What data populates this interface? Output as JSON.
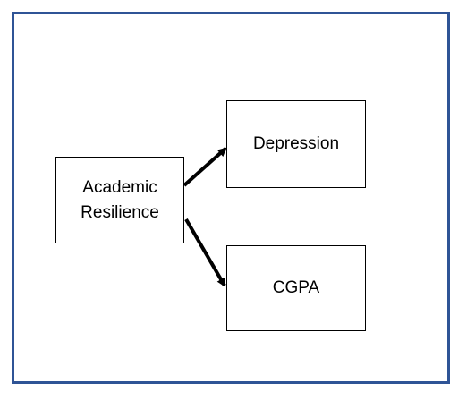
{
  "diagram": {
    "border_color": "#2f5496",
    "nodes": {
      "source": {
        "label": "Academic\nResilience"
      },
      "target_top": {
        "label": "Depression"
      },
      "target_bottom": {
        "label": "CGPA"
      }
    },
    "edges": [
      {
        "from": "Academic Resilience",
        "to": "Depression"
      },
      {
        "from": "Academic Resilience",
        "to": "CGPA"
      }
    ]
  }
}
